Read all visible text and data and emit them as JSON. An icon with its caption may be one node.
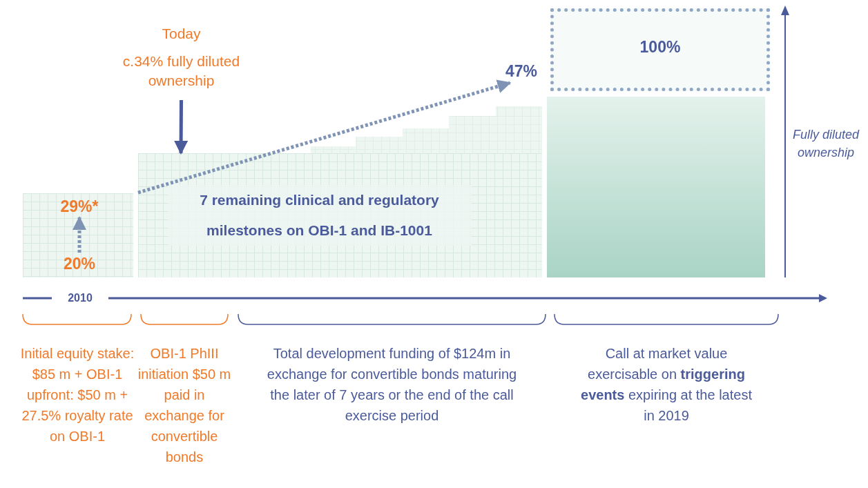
{
  "diagram": {
    "nodes": [
      {
        "text": [],
        "shape": "box"
      },
      {
        "text": [
          "29%*"
        ],
        "in": 0
      },
      {
        "text": [
          "20%"
        ],
        "in": 0
      },
      {
        "text": [
          "Today",
          "c.34% fully diluted ownership"
        ]
      },
      {
        "text": [
          "7 remaining clinical and regulatory milestones on OBI-1 and IB-1001"
        ]
      },
      {
        "text": [
          "47%"
        ]
      },
      {
        "text": [],
        "shape": "bar"
      },
      {
        "text": [
          "100%"
        ]
      }
    ],
    "edges": [
      {
        "from": 2,
        "to": 1,
        "arrow": "to",
        "style": "dashed"
      },
      {
        "from": 3,
        "to": 4,
        "arrow": "to"
      },
      {
        "from": 4,
        "to": 5,
        "arrow": "to",
        "style": "dashed"
      }
    ],
    "labels": [
      "2010",
      "Initial equity stake: $85 m + OBI-1 upfront: $50 m + 27.5% royalty rate on OBI-1",
      "OBI-1 PhIII initiation $50 m paid in exchange for convertible bonds",
      "Total development funding of $124m in exchange for convertible bonds maturing the later of 7 years or the end of the call exercise period",
      "Call at market value exercisable on **triggering events** expiring at the latest in 2019",
      "Fully diluted ownership"
    ]
  }
}
